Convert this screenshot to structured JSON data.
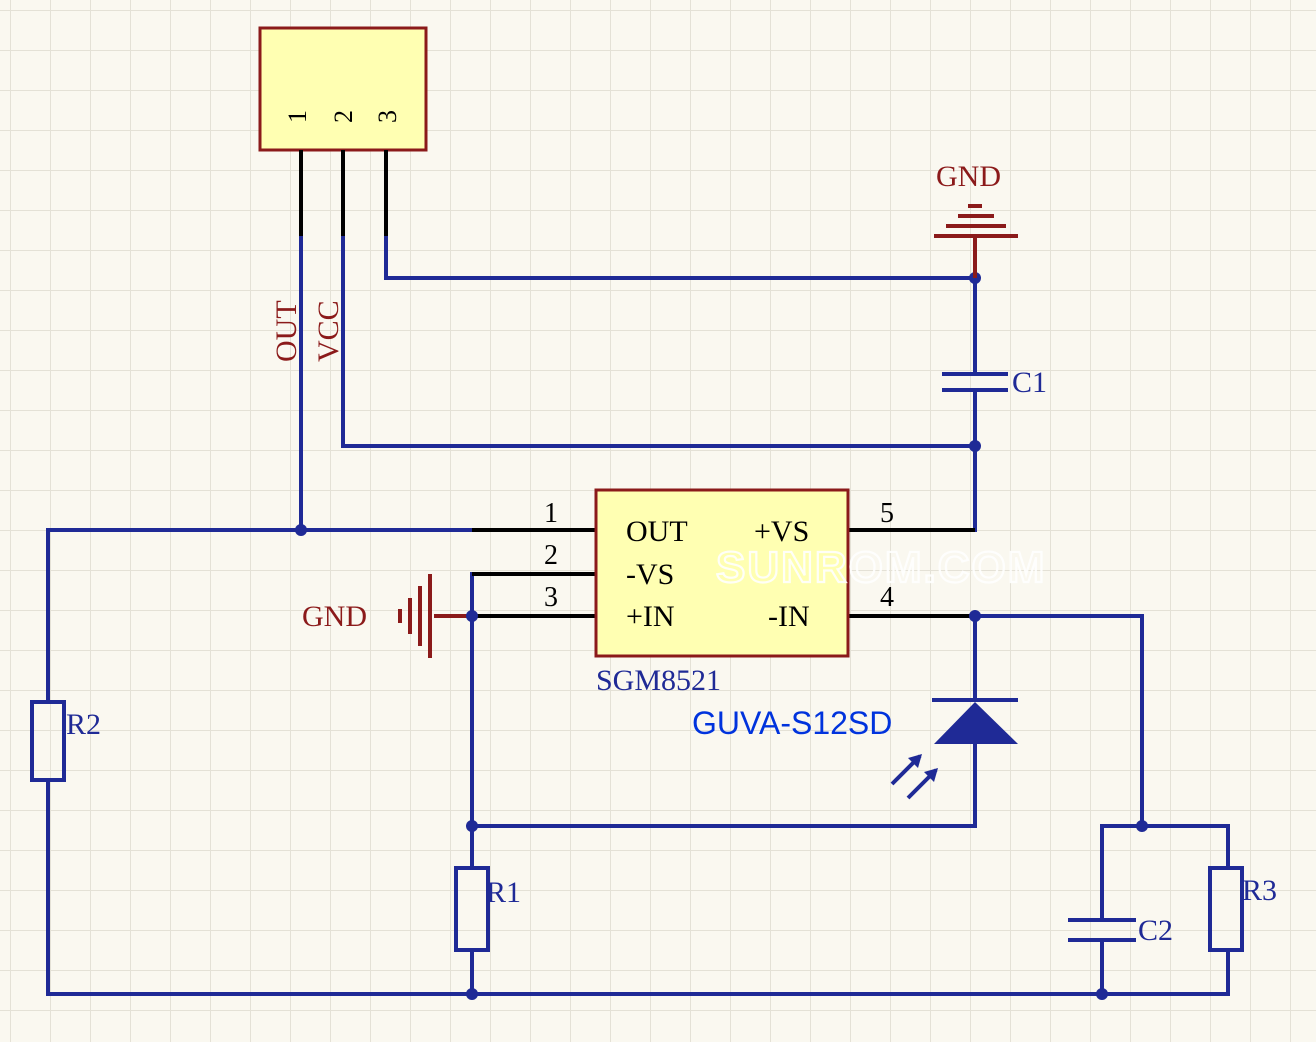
{
  "header": {
    "pins": [
      "1",
      "2",
      "3"
    ],
    "net_labels": {
      "out": "OUT",
      "vcc": "VCC"
    }
  },
  "power": {
    "gnd_top": "GND",
    "gnd_left": "GND"
  },
  "opamp": {
    "part": "SGM8521",
    "pins": {
      "out": "OUT",
      "vs_pos": "+VS",
      "vs_neg": "-VS",
      "in_pos": "+IN",
      "in_neg": "-IN"
    },
    "pin_numbers": [
      "1",
      "2",
      "3",
      "4",
      "5"
    ]
  },
  "components": {
    "c1": "C1",
    "c2": "C2",
    "r1": "R1",
    "r2": "R2",
    "r3": "R3",
    "sensor": "GUVA-S12SD"
  },
  "watermark": "SUNROM.COM",
  "colors": {
    "wire": "#1f2a96",
    "power_symbol": "#8b1a1a",
    "component_fill": "#ffffb2",
    "sensor_label": "#0033dd"
  }
}
